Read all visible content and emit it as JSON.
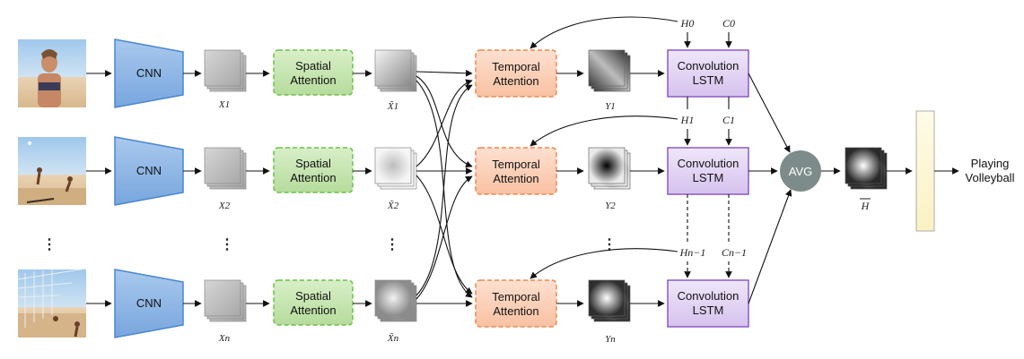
{
  "rows": [
    {
      "x_label": "X1",
      "xt_label": "X̃1",
      "y_label": "Y1",
      "h_label": "H0",
      "c_label": "C0"
    },
    {
      "x_label": "X2",
      "xt_label": "X̃2",
      "y_label": "Y2",
      "h_label": "H1",
      "c_label": "C1"
    },
    {
      "x_label": "Xn",
      "xt_label": "X̃n",
      "y_label": "Yn",
      "h_label": "Hn−1",
      "c_label": "Cn−1"
    }
  ],
  "labels": {
    "cnn": "CNN",
    "spatial_1": "Spatial",
    "spatial_2": "Attention",
    "temporal_1": "Temporal",
    "temporal_2": "Attention",
    "convlstm_1": "Convolution",
    "convlstm_2": "LSTM",
    "avg": "AVG",
    "h_bar": "H",
    "output_1": "Playing",
    "output_2": "Volleyball",
    "ellipsis": "⋮"
  },
  "colors": {
    "cnn_fill": "#8fb8e6",
    "cnn_stroke": "#4a86d0",
    "spatial_fill": "#c8e6b4",
    "spatial_stroke": "#6cbf4a",
    "temporal_fill": "#fbd2bc",
    "temporal_stroke": "#f0874e",
    "lstm_fill": "#e4d6f4",
    "lstm_stroke": "#8a5ac4",
    "avg_fill": "#7d8c8a",
    "output_fill": "#fcf8d8"
  }
}
